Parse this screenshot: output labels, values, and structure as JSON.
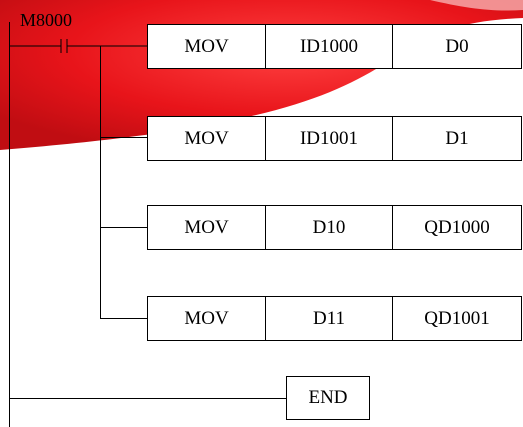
{
  "contact": {
    "label": "M8000"
  },
  "rungs": [
    {
      "instruction": "MOV",
      "source": "ID1000",
      "destination": "D0"
    },
    {
      "instruction": "MOV",
      "source": "ID1001",
      "destination": "D1"
    },
    {
      "instruction": "MOV",
      "source": "D10",
      "destination": "QD1000"
    },
    {
      "instruction": "MOV",
      "source": "D11",
      "destination": "QD1001"
    }
  ],
  "end": {
    "label": "END"
  },
  "colors": {
    "swoosh": "#e8141a",
    "swoosh_light": "#f5a0a0",
    "line": "#000000"
  }
}
